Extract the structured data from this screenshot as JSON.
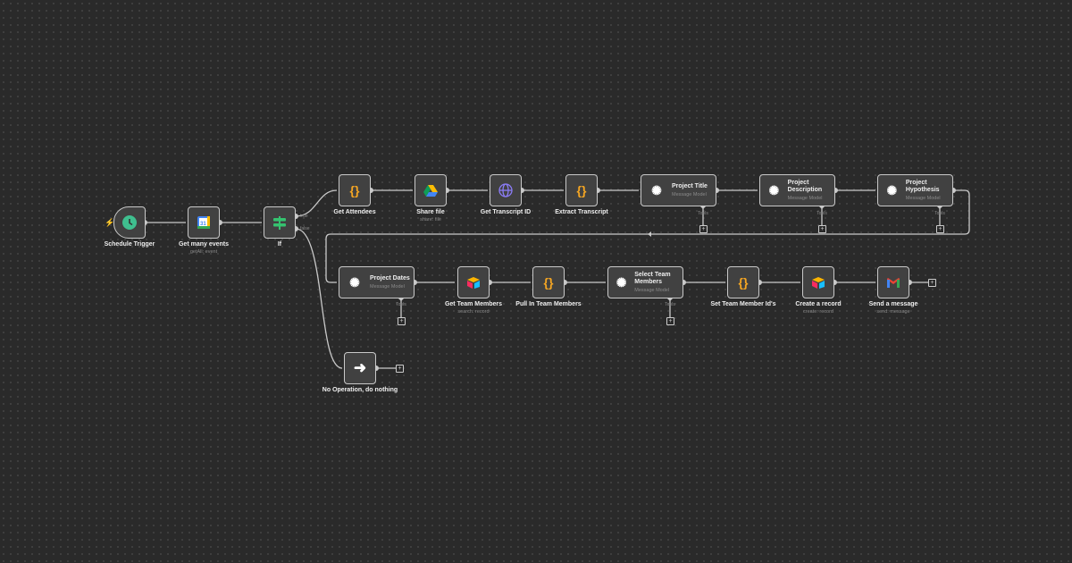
{
  "nodes": {
    "schedule": {
      "label": "Schedule Trigger",
      "icon": "clock-icon"
    },
    "events": {
      "label": "Get many events",
      "sub": "getAll: event",
      "icon": "google-calendar-icon"
    },
    "if": {
      "label": "If",
      "true": "true",
      "false": "false",
      "icon": "if-signpost-icon"
    },
    "attendees": {
      "label": "Get Attendees",
      "icon": "code-braces-icon"
    },
    "share": {
      "label": "Share file",
      "sub": "share: file",
      "icon": "google-drive-icon"
    },
    "transcript_id": {
      "label": "Get Transcript ID",
      "icon": "globe-icon"
    },
    "extract": {
      "label": "Extract Transcript",
      "icon": "code-braces-icon"
    },
    "title": {
      "label": "Project Title",
      "sub": "Message Model",
      "tools": "Tools"
    },
    "description": {
      "label": "Project Description",
      "sub": "Message Model",
      "tools": "Tools"
    },
    "hypothesis": {
      "label": "Project Hypothesis",
      "sub": "Message Model",
      "tools": "Tools"
    },
    "dates": {
      "label": "Project Dates",
      "sub": "Message Model",
      "tools": "Tools"
    },
    "team": {
      "label": "Get Team Members",
      "sub": "search: record"
    },
    "pull": {
      "label": "Pull In Team Members"
    },
    "select": {
      "label": "Select Team Members",
      "sub": "Message Model",
      "tools": "Tools"
    },
    "setids": {
      "label": "Set Team Member Id's"
    },
    "create": {
      "label": "Create a record",
      "sub": "create: record"
    },
    "send": {
      "label": "Send a message",
      "sub": "send: message"
    },
    "noop": {
      "label": "No Operation, do nothing"
    }
  },
  "plus": "+",
  "braces": "{}",
  "colors": {
    "edge": "#c9c9c9",
    "node": "#414141",
    "braces": "#f5a623",
    "trigger": "#3fbf8f"
  }
}
